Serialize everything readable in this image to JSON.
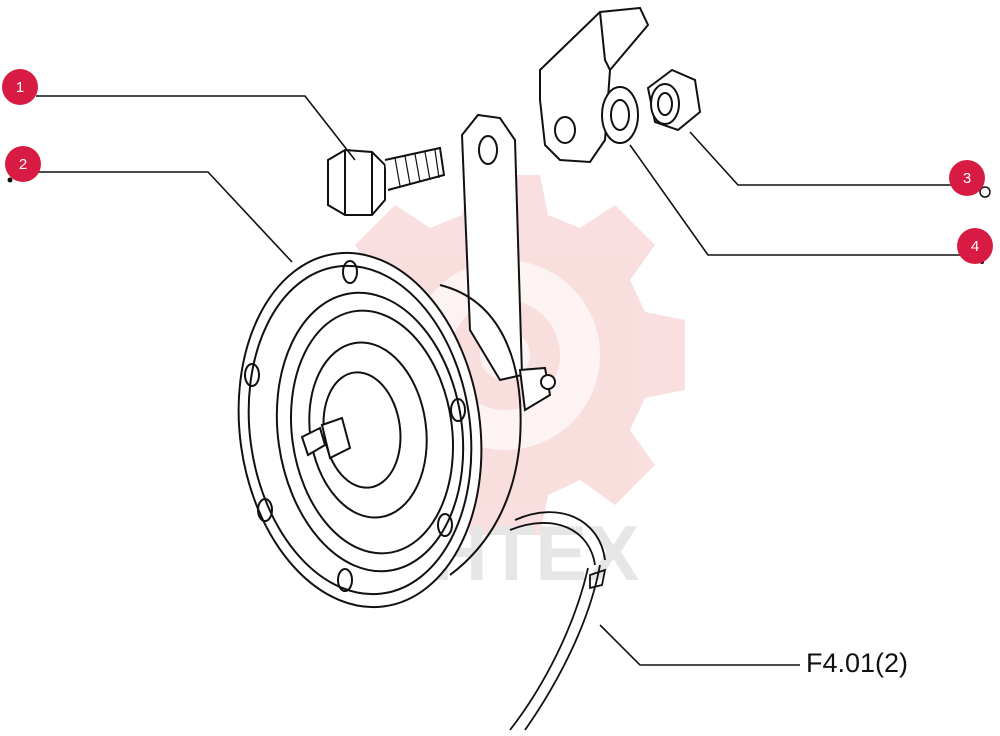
{
  "diagram": {
    "callouts": [
      {
        "number": "1",
        "part": "bolt"
      },
      {
        "number": "2",
        "part": "horn"
      },
      {
        "number": "3",
        "part": "nut"
      },
      {
        "number": "4",
        "part": "washer"
      }
    ],
    "reference_code": "F4.01(2)",
    "watermark_text": "AHTEX",
    "colors": {
      "callout": "#d81b43",
      "line": "#111111",
      "watermark": "#f2b7b7"
    }
  }
}
